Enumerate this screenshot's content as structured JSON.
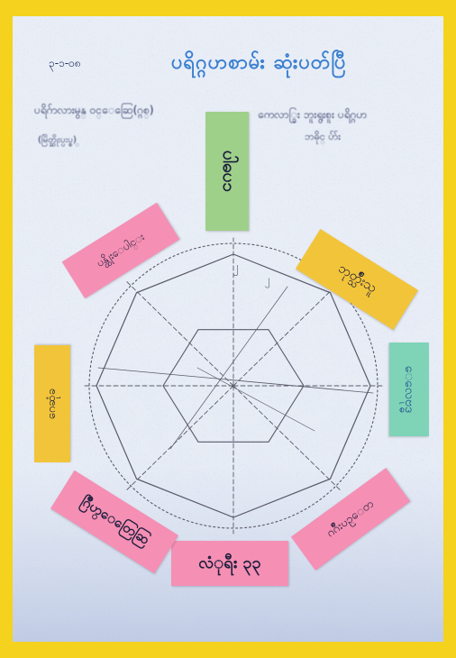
{
  "colors": {
    "frame": "#f4d21e",
    "poster_paper": "#e9eef6",
    "poster_mottle": "#c9d4ec",
    "ink_blue": "#3a7fd0",
    "ink_dark": "#232b5c",
    "pencil": "#5a5a6a",
    "card_green": "#9fd08a",
    "card_yellow": "#f2c43a",
    "card_pink": "#f58fb3",
    "card_mint": "#7fd3b7"
  },
  "poster": {
    "title": "ပရိဂ္ဂဟစာမ်း ဆုံးပတ်ပြီ",
    "top_left_code": "၃-၁-၀၈",
    "left_line_1": "ပရိဂ်ာလားမွန္ ဝင္ေဆြေ(ဂ္ဂစ္)",
    "left_line_2": "(မြိတ္ဆိုးပ္ပးပ္စ္)",
    "right_line_1": "ကေလာ္ခြး ဘူးရွးစူး ပရိဂ္ဂဟ",
    "right_line_2": "ဘဓိုင္ ပ်ာ်း"
  },
  "cards": [
    {
      "name": "north",
      "text": "ပါဓပၥ",
      "color": "card_green"
    },
    {
      "name": "north-east",
      "text": "ဘုတ္သ်ိဳးသူ",
      "color": "card_yellow"
    },
    {
      "name": "east",
      "text": "ေလေဗုဒ္ဓ",
      "color": "card_mint"
    },
    {
      "name": "south-east",
      "text": "ဂဂ်ိဳးပဥ္ေတ",
      "color": "card_pink"
    },
    {
      "name": "south",
      "text": "လံုရီး ၃၃",
      "color": "card_pink"
    },
    {
      "name": "south-west",
      "text": "ဂြိဳဟ္ေတြေဆြ",
      "color": "card_pink"
    },
    {
      "name": "west",
      "text": "ဂေဆုံခ",
      "color": "card_yellow"
    },
    {
      "name": "north-west",
      "text": "ပန္ထိုးေပါင္း",
      "color": "card_pink"
    }
  ],
  "diagram_marks": {
    "top_mark_left": "၂",
    "top_mark_right": "၂"
  }
}
